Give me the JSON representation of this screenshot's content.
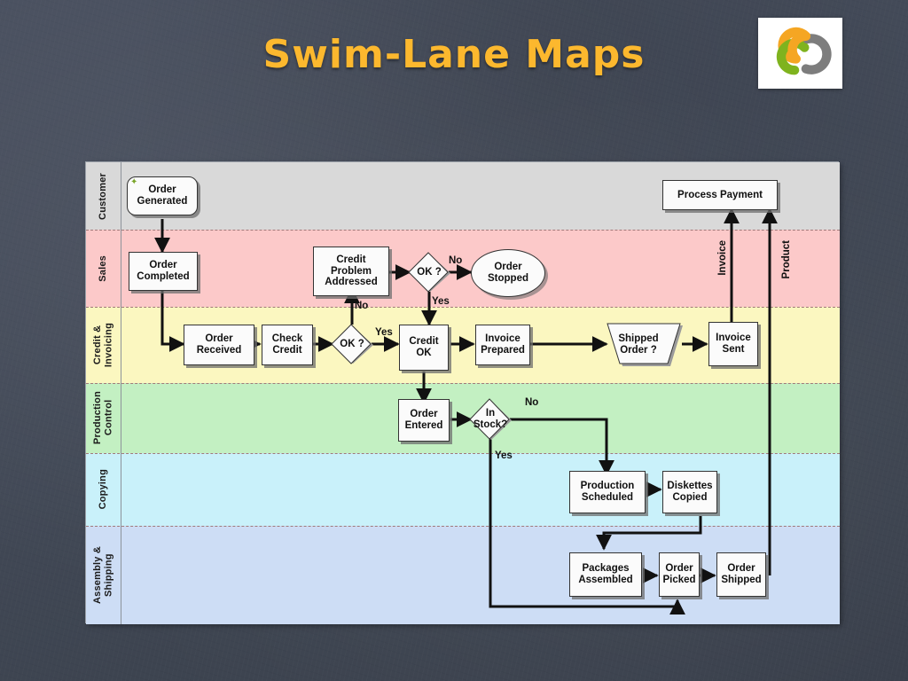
{
  "slide": {
    "title": "Swim-Lane Maps",
    "title_color": "#fcb82e",
    "background_color": "#434a58",
    "logo": {
      "name": "three-interlocking-rings-logo",
      "ring_colors": [
        "#f5a623",
        "#7fb31e",
        "#7d7d7d"
      ],
      "background": "#ffffff"
    }
  },
  "diagram": {
    "type": "swimlane-flowchart",
    "lanes": [
      {
        "label": "Customer",
        "color": "#d9d9d9"
      },
      {
        "label": "Sales",
        "color": "#fcc9c9"
      },
      {
        "label": "Credit &\nInvoicing",
        "color": "#fbf7c0"
      },
      {
        "label": "Production\nControl",
        "color": "#c3f0c2"
      },
      {
        "label": "Copying",
        "color": "#c9f1fa"
      },
      {
        "label": "Assembly &\nShipping",
        "color": "#cdddf5"
      }
    ],
    "nodes": [
      {
        "id": "order-generated",
        "label": "Order\nGenerated",
        "shape": "rounded-rectangle",
        "lane": "Customer"
      },
      {
        "id": "process-payment",
        "label": "Process Payment",
        "shape": "rectangle",
        "lane": "Customer"
      },
      {
        "id": "order-completed",
        "label": "Order\nCompleted",
        "shape": "rectangle",
        "lane": "Sales"
      },
      {
        "id": "credit-problem",
        "label": "Credit\nProblem\nAddressed",
        "shape": "rectangle",
        "lane": "Sales"
      },
      {
        "id": "ok-2",
        "label": "OK ?",
        "shape": "diamond",
        "lane": "Sales"
      },
      {
        "id": "order-stopped",
        "label": "Order\nStopped",
        "shape": "ellipse",
        "lane": "Sales"
      },
      {
        "id": "order-received",
        "label": "Order\nReceived",
        "shape": "rectangle",
        "lane": "Credit & Invoicing"
      },
      {
        "id": "check-credit",
        "label": "Check\nCredit",
        "shape": "rectangle",
        "lane": "Credit & Invoicing"
      },
      {
        "id": "ok-1",
        "label": "OK ?",
        "shape": "diamond",
        "lane": "Credit & Invoicing"
      },
      {
        "id": "credit-ok",
        "label": "Credit\nOK",
        "shape": "rectangle",
        "lane": "Credit & Invoicing"
      },
      {
        "id": "invoice-prepared",
        "label": "Invoice\nPrepared",
        "shape": "rectangle",
        "lane": "Credit & Invoicing"
      },
      {
        "id": "shipped-order",
        "label": "Shipped\nOrder ?",
        "shape": "trapezoid",
        "lane": "Credit & Invoicing"
      },
      {
        "id": "invoice-sent",
        "label": "Invoice\nSent",
        "shape": "rectangle",
        "lane": "Credit & Invoicing"
      },
      {
        "id": "order-entered",
        "label": "Order\nEntered",
        "shape": "rectangle",
        "lane": "Production Control"
      },
      {
        "id": "in-stock",
        "label": "In\nStock?",
        "shape": "diamond",
        "lane": "Production Control"
      },
      {
        "id": "production-scheduled",
        "label": "Production\nScheduled",
        "shape": "rectangle",
        "lane": "Copying"
      },
      {
        "id": "diskettes-copied",
        "label": "Diskettes\nCopied",
        "shape": "rectangle",
        "lane": "Copying"
      },
      {
        "id": "packages-assembled",
        "label": "Packages\nAssembled",
        "shape": "rectangle",
        "lane": "Assembly & Shipping"
      },
      {
        "id": "order-picked",
        "label": "Order\nPicked",
        "shape": "rectangle",
        "lane": "Assembly & Shipping"
      },
      {
        "id": "order-shipped",
        "label": "Order\nShipped",
        "shape": "rectangle",
        "lane": "Assembly & Shipping"
      }
    ],
    "edge_labels": {
      "ok1_no": "No",
      "ok1_yes": "Yes",
      "ok2_no": "No",
      "ok2_yes": "Yes",
      "instock_no": "No",
      "instock_yes": "Yes",
      "invoice": "Invoice",
      "product": "Product"
    }
  }
}
